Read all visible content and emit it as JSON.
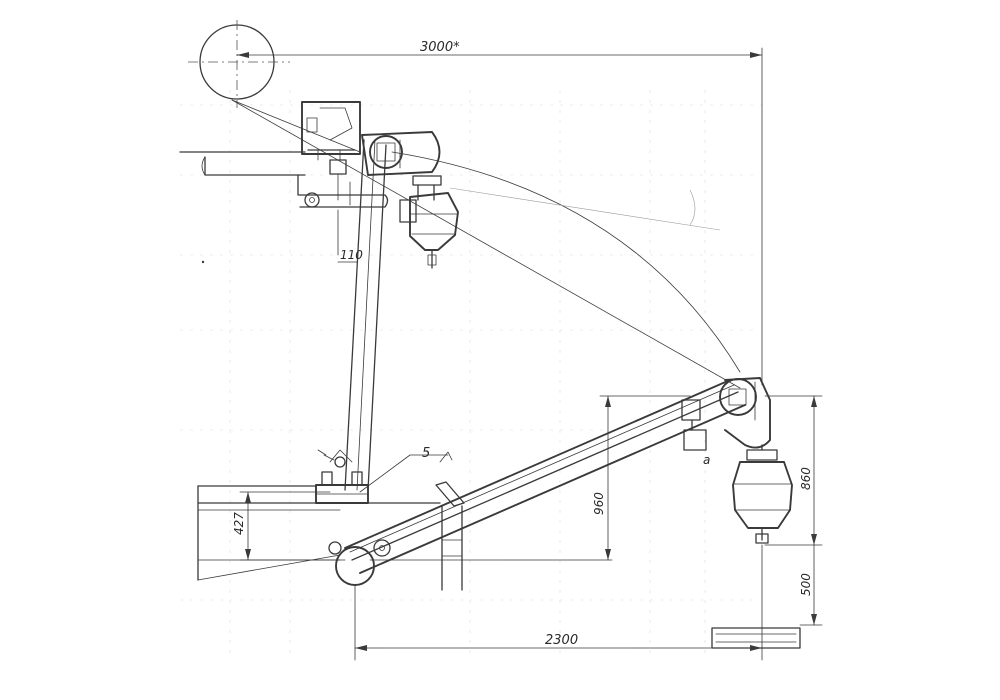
{
  "drawing": {
    "dimensions": {
      "overall_width": "3000*",
      "bottom_width": "2300",
      "offset": "110",
      "left_height": "427",
      "middle_height": "960",
      "right_upper": "860",
      "right_lower": "500",
      "marker_number": "5",
      "small_mark": "a"
    },
    "colors": {
      "ink": "#3a3a3a",
      "paper": "#ffffff"
    }
  }
}
